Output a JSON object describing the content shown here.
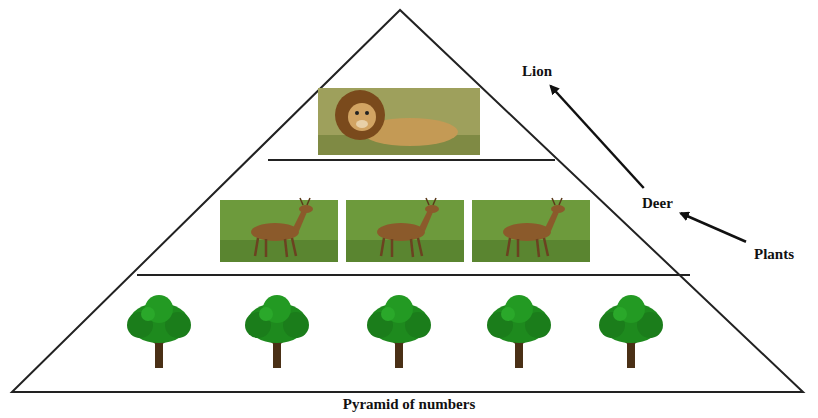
{
  "diagram": {
    "caption": "Pyramid of numbers",
    "nodes": [
      {
        "text": [
          "Lion"
        ]
      },
      {
        "text": [
          "Deer"
        ]
      },
      {
        "text": [
          "Plants"
        ]
      }
    ],
    "edges": [
      {
        "from": 1,
        "to": 0,
        "arrow": "to"
      },
      {
        "from": 2,
        "to": 1,
        "arrow": "to"
      }
    ]
  }
}
